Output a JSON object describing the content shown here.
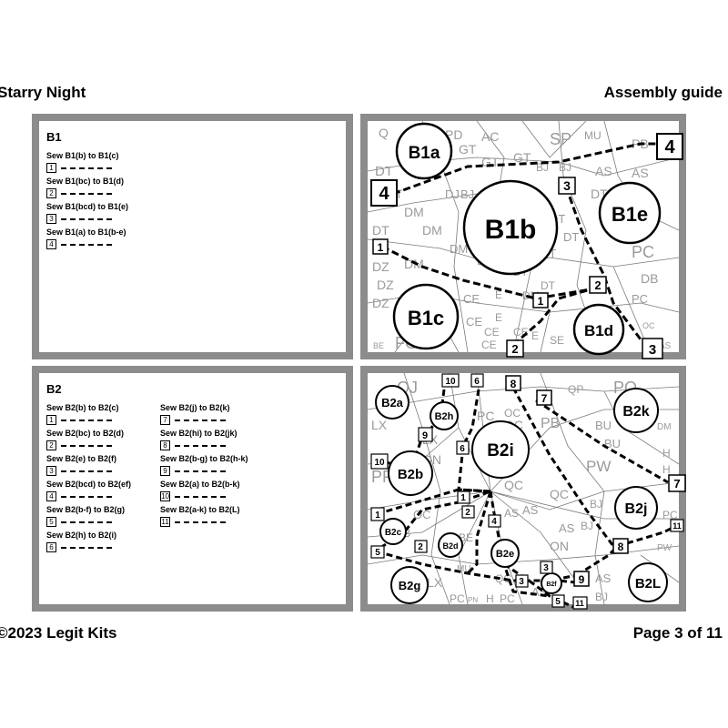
{
  "header": {
    "title": "Starry Night",
    "subtitle": "Assembly guide"
  },
  "footer": {
    "copyright": "©2023 Legit Kits",
    "page": "Page 3 of 11"
  },
  "b1": {
    "title": "B1",
    "steps": [
      {
        "label": "Sew B1(b) to B1(c)",
        "num": "1"
      },
      {
        "label": "Sew B1(bc) to B1(d)",
        "num": "2"
      },
      {
        "label": "Sew B1(bcd) to B1(e)",
        "num": "3"
      },
      {
        "label": "Sew B1(a) to B1(b-e)",
        "num": "4"
      }
    ],
    "diagram": {
      "circles": [
        "B1a",
        "B1b",
        "B1e",
        "B1c",
        "B1d"
      ],
      "markers": [
        "4",
        "4",
        "3",
        "1",
        "2",
        "1",
        "2",
        "3"
      ],
      "grays": [
        "Q",
        "PD",
        "GT",
        "AC",
        "SP",
        "MU",
        "PB",
        "DT",
        "GT",
        "GT",
        "BJ",
        "BJ",
        "DT",
        "AS",
        "DT",
        "AS",
        "DJ",
        "BJ",
        "DT",
        "DT",
        "DM",
        "DM",
        "DT",
        "DT",
        "DM",
        "DT",
        "PC",
        "DZ",
        "DM",
        "DT",
        "DZ",
        "DT",
        "DT",
        "DB",
        "DZ",
        "CE",
        "E",
        "DM",
        "PC",
        "CE",
        "E",
        "CE",
        "FG",
        "CE",
        "SE",
        "E",
        "QC",
        "CE",
        "BE",
        "AS",
        "OC"
      ]
    }
  },
  "b2": {
    "title": "B2",
    "steps_left": [
      {
        "label": "Sew B2(b) to B2(c)",
        "num": "1"
      },
      {
        "label": "Sew B2(bc) to B2(d)",
        "num": "2"
      },
      {
        "label": "Sew B2(e) to B2(f)",
        "num": "3"
      },
      {
        "label": "Sew B2(bcd) to B2(ef)",
        "num": "4"
      },
      {
        "label": "Sew B2(b-f) to B2(g)",
        "num": "5"
      },
      {
        "label": "Sew B2(h) to B2(i)",
        "num": "6"
      }
    ],
    "steps_right": [
      {
        "label": "Sew B2(j) to B2(k)",
        "num": "7"
      },
      {
        "label": "Sew B2(hi) to B2(jk)",
        "num": "8"
      },
      {
        "label": "Sew B2(b-g) to B2(h-k)",
        "num": "9"
      },
      {
        "label": "Sew B2(a) to B2(b-k)",
        "num": "10"
      },
      {
        "label": "Sew B2(a-k) to B2(L)",
        "num": "11"
      }
    ],
    "diagram": {
      "circles": [
        "B2a",
        "B2h",
        "B2i",
        "B2k",
        "B2b",
        "B2j",
        "B2c",
        "B2d",
        "B2e",
        "B2f",
        "B2g",
        "B2L"
      ],
      "markers": [
        "10",
        "6",
        "8",
        "7",
        "9",
        "6",
        "10",
        "1",
        "2",
        "4",
        "7",
        "11",
        "1",
        "2",
        "5",
        "3",
        "3",
        "9",
        "8",
        "5",
        "11"
      ],
      "grays": [
        "QJ",
        "PQ",
        "LX",
        "LX",
        "PC",
        "OC",
        "QC",
        "PB",
        "QP",
        "BU",
        "BU",
        "DM",
        "H",
        "H",
        "PP",
        "ON",
        "PW",
        "QC",
        "QC",
        "AS",
        "BJ",
        "AS",
        "PC",
        "BJ",
        "OC",
        "PB",
        "BE",
        "AS",
        "ON",
        "PW",
        "LX",
        "MU",
        "QC",
        "AS",
        "PC",
        "PN",
        "H",
        "PC",
        "AS",
        "BJ"
      ]
    }
  }
}
